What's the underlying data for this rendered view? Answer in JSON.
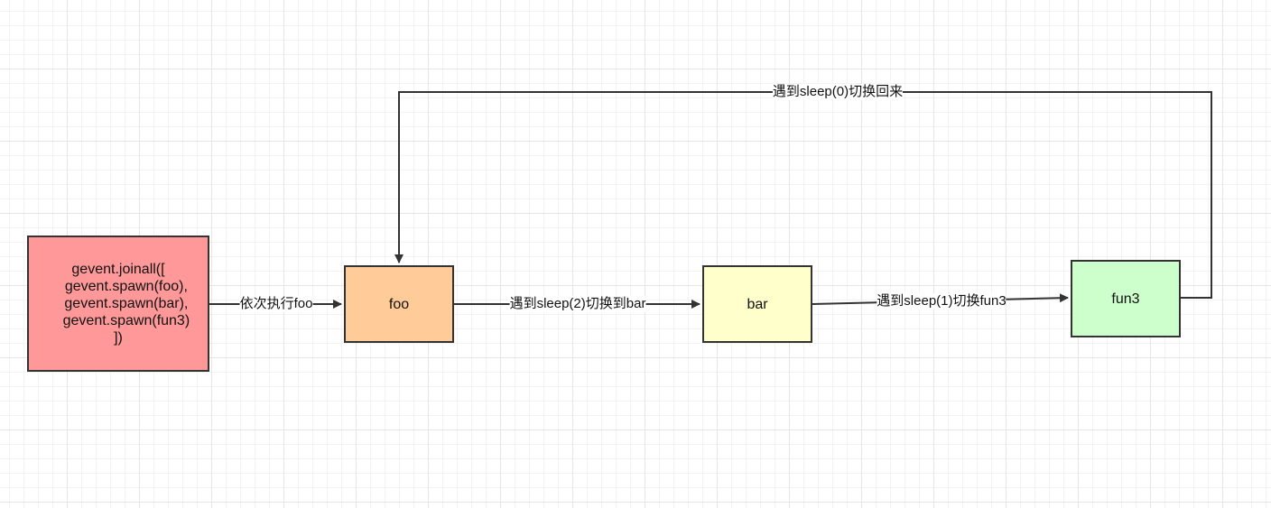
{
  "nodes": {
    "main": {
      "text": "gevent.joinall([\n    gevent.spawn(foo),\n    gevent.spawn(bar),\n    gevent.spawn(fun3)\n])",
      "color": "#ff9999"
    },
    "foo": {
      "text": "foo",
      "color": "#ffcc99"
    },
    "bar": {
      "text": "bar",
      "color": "#ffffcc"
    },
    "fun3": {
      "text": "fun3",
      "color": "#ccffcc"
    }
  },
  "edges": {
    "main_to_foo": "依次执行foo",
    "foo_to_bar": "遇到sleep(2)切换到bar",
    "bar_to_fun3": "遇到sleep(1)切换fun3",
    "fun3_to_foo": "遇到sleep(0)切换回来"
  },
  "colors": {
    "line": "#333333",
    "border": "#333333"
  }
}
